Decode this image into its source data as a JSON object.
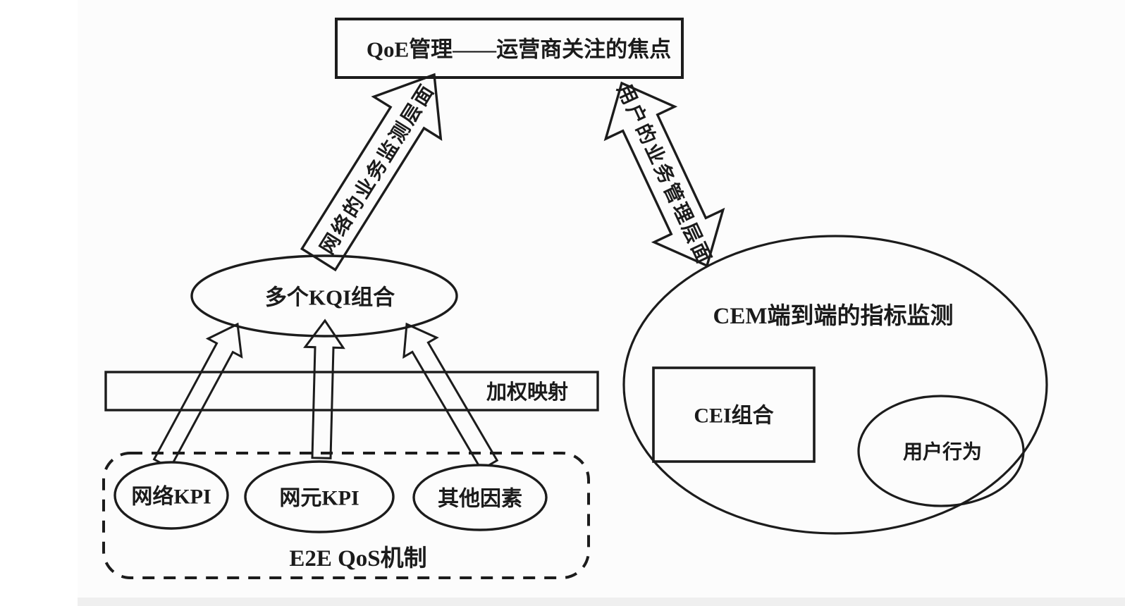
{
  "colors": {
    "ink": "#1c1c1c",
    "paper": "#fcfcfc"
  },
  "diagram": {
    "title_box": {
      "label": "QoE管理——运营商关注的焦点"
    },
    "arrows": {
      "network_monitoring": {
        "label": "网络的业务监测层面"
      },
      "user_management": {
        "label": "用户的业务管理层面"
      }
    },
    "kqi_ellipse": {
      "label": "多个KQI组合"
    },
    "weight_band": {
      "label": "加权映射"
    },
    "kpi_group": {
      "frame_label": "E2E QoS机制",
      "items": [
        {
          "label": "网络KPI"
        },
        {
          "label": "网元KPI"
        },
        {
          "label": "其他因素"
        }
      ]
    },
    "cem_circle": {
      "label": "CEM端到端的指标监测",
      "cei_box": {
        "label": "CEI组合"
      },
      "user_behavior": {
        "label": "用户行为"
      }
    }
  }
}
